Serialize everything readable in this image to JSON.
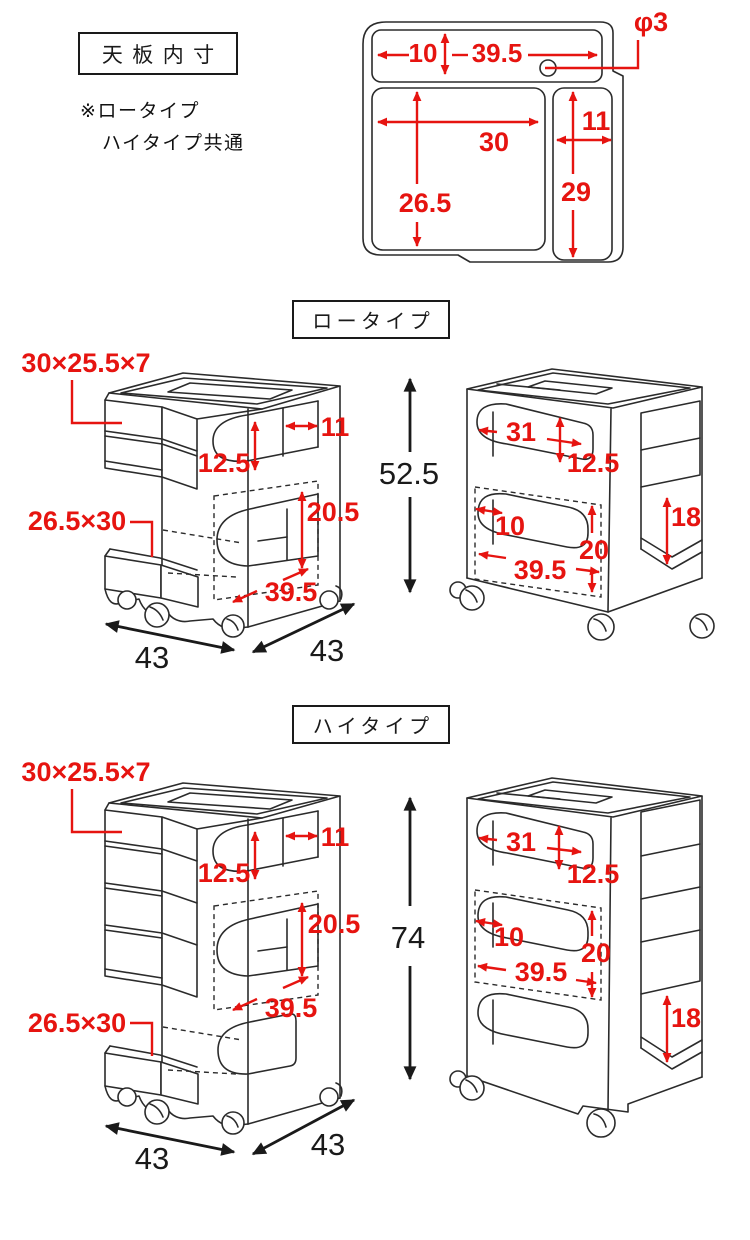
{
  "colors": {
    "red": "#e61410",
    "black": "#1a1a1a",
    "line": "#2b2b2b",
    "background": "#ffffff"
  },
  "header": {
    "title": "天板内寸",
    "note1": "※ロータイプ",
    "note2": "ハイタイプ共通"
  },
  "top_view": {
    "slot_depth": "10",
    "slot_width": "39.5",
    "hole": "φ3",
    "main_width": "30",
    "main_depth": "26.5",
    "side_width": "11",
    "side_depth": "29"
  },
  "low": {
    "title": "ロータイプ",
    "height": "52.5",
    "left": {
      "drawer": "30×25.5×7",
      "open_h": "12.5",
      "open_w": "11",
      "cut_h": "20.5",
      "tray": "26.5×30",
      "inner_w": "39.5",
      "width": "43",
      "depth": "43"
    },
    "right": {
      "open_w": "31",
      "open_h": "12.5",
      "margin": "10",
      "inner_h": "20",
      "inner_w": "39.5",
      "side_h": "18"
    }
  },
  "high": {
    "title": "ハイタイプ",
    "height": "74",
    "left": {
      "drawer": "30×25.5×7",
      "open_h": "12.5",
      "open_w": "11",
      "cut_h": "20.5",
      "tray": "26.5×30",
      "inner_w": "39.5",
      "width": "43",
      "depth": "43"
    },
    "right": {
      "open_w": "31",
      "open_h": "12.5",
      "margin": "10",
      "inner_h": "20",
      "inner_w": "39.5",
      "side_h": "18"
    }
  }
}
